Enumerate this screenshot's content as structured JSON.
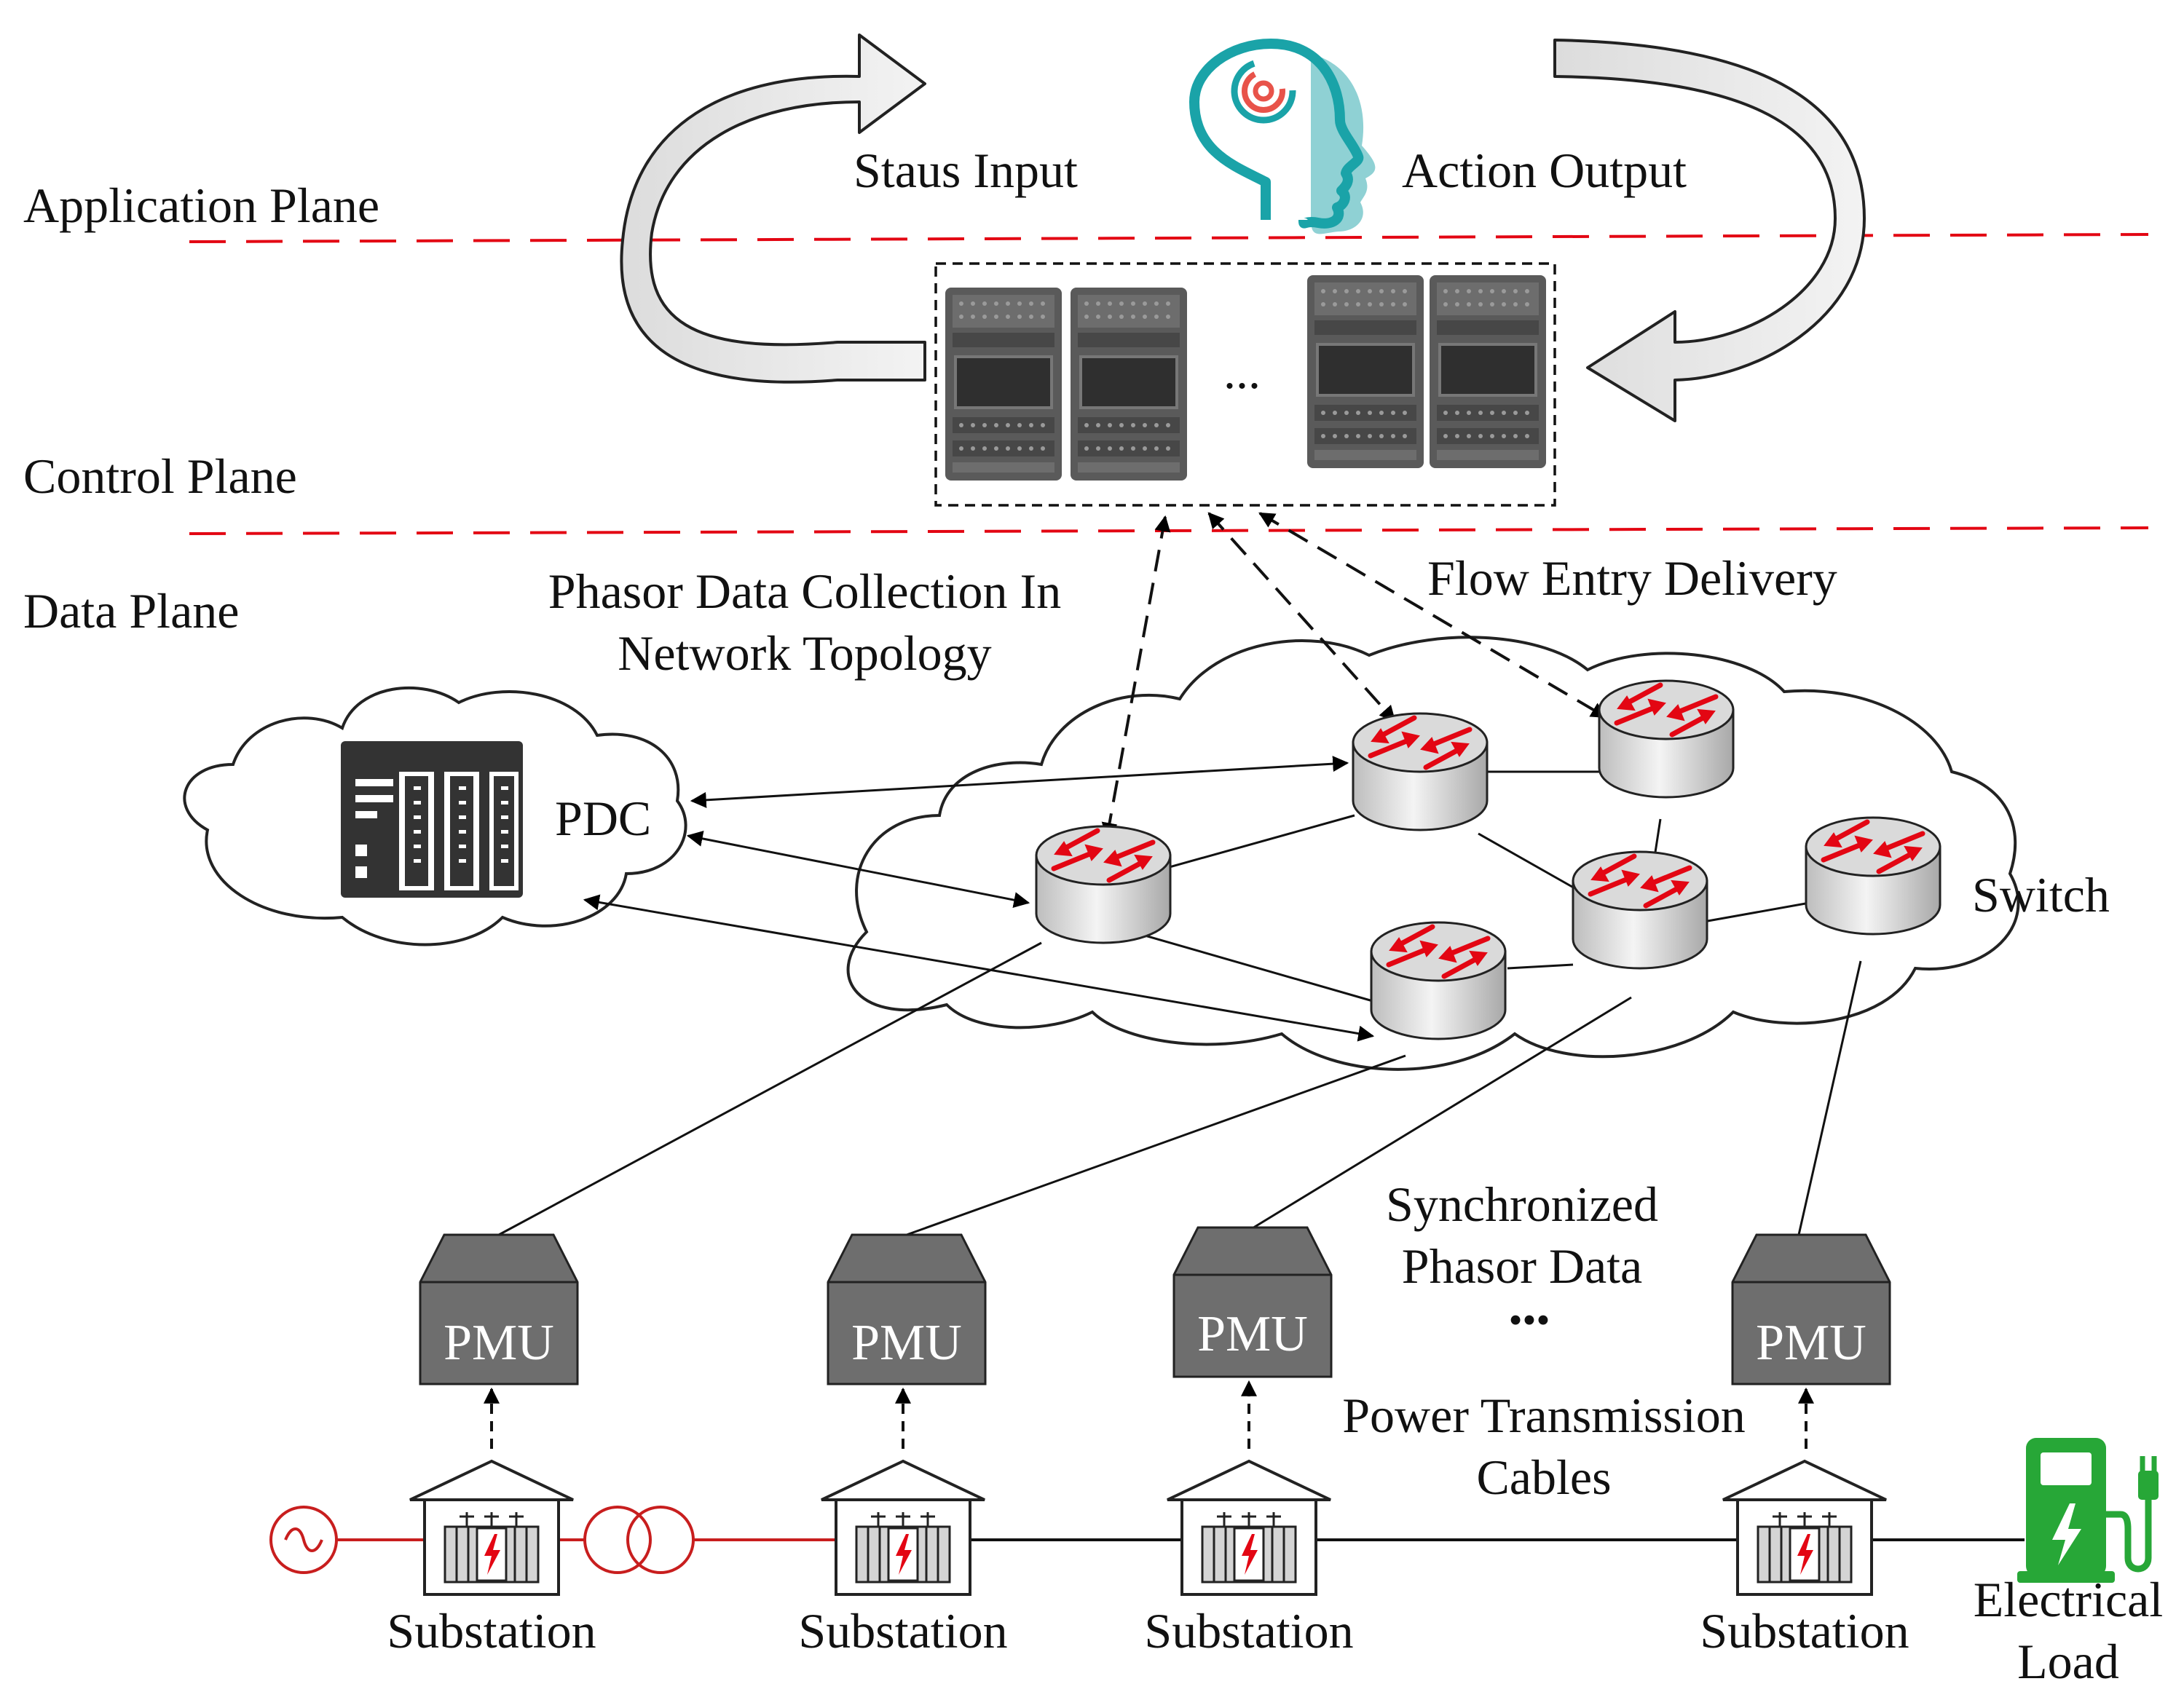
{
  "planes": {
    "application": "Application Plane",
    "control": "Control Plane",
    "data": "Data Plane"
  },
  "loop": {
    "status_input": "Staus Input",
    "action_output": "Action Output"
  },
  "server_ellipsis": "...",
  "arrows_text": {
    "phasor_collection_line1": "Phasor Data Collection In",
    "phasor_collection_line2": "Network Topology",
    "flow_entry": "Flow Entry Delivery"
  },
  "pdc": {
    "label": "PDC"
  },
  "switch": {
    "label": "Switch"
  },
  "pmu": {
    "label": "PMU"
  },
  "middle_text": {
    "sync_line1": "Synchronized",
    "sync_line2": "Phasor Data",
    "ellipsis": "•••",
    "power_line1": "Power Transmission",
    "power_line2": "Cables"
  },
  "substation": {
    "label": "Substation"
  },
  "load": {
    "line1": "Electrical",
    "line2": "Load"
  },
  "colors": {
    "plane_divider": "#e30613",
    "brain": "#1aa3a8",
    "brain_face": "#8fd1d4",
    "target": "#e8534a",
    "switch_arrow": "#e30613",
    "pmu_fill": "#6e6e6e",
    "server_fill": "#5a5a5a",
    "generator": "#c81e1e",
    "charger": "#27a737"
  },
  "icons": [
    "brain-ai-icon",
    "server-rack-icon",
    "pdc-device-icon",
    "switch-router-icon",
    "pmu-box-icon",
    "substation-transformer-icon",
    "generator-icon",
    "transformer-coil-icon",
    "ev-charger-icon"
  ]
}
